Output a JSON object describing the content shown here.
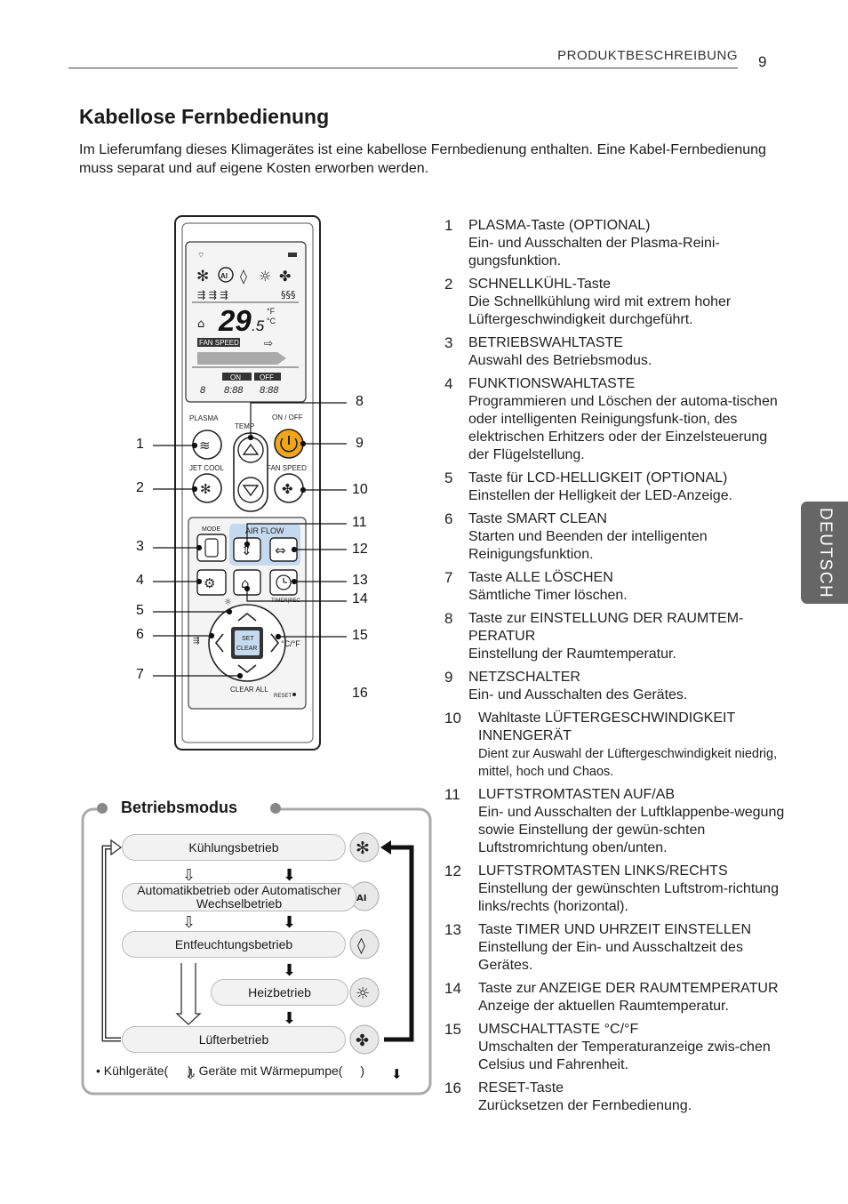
{
  "header": {
    "section": "PRODUKTBESCHREIBUNG",
    "page_number": "9"
  },
  "title": "Kabellose Fernbedienung",
  "intro": "Im Lieferumfang dieses Klimagerätes ist eine kabellose Fernbedienung enthalten. Eine Kabel-Fernbedienung muss separat und auf eigene Kosten erworben werden.",
  "side_tab": "DEUTSCH",
  "remote": {
    "display": {
      "temp": "29",
      "decimal": ".5",
      "unit_f": "°F",
      "unit_c": "°C",
      "fan_speed": "FAN SPEED",
      "on": "ON",
      "off": "OFF",
      "timer": "8:88"
    },
    "labels": {
      "plasma": "PLASMA",
      "temp": "TEMP",
      "on_off": "ON / OFF",
      "jet_cool": "JET COOL",
      "fan_speed": "FAN SPEED",
      "mode": "MODE",
      "air_flow": "AIR FLOW",
      "timer_rec": "TIMER|REC",
      "set_clear": "SET CLEAR",
      "clear_all": "CLEAR ALL",
      "reset": "RESET"
    },
    "callouts": [
      "1",
      "2",
      "3",
      "4",
      "5",
      "6",
      "7",
      "8",
      "9",
      "10",
      "11",
      "12",
      "13",
      "14",
      "15",
      "16"
    ]
  },
  "items": [
    {
      "num": "1",
      "title": "PLASMA-Taste (OPTIONAL)",
      "desc": "Ein- und Ausschalten der Plasma-Reini-gungsfunktion."
    },
    {
      "num": "2",
      "title": "SCHNELLKÜHL-Taste",
      "desc": "Die Schnellkühlung wird mit extrem hoher Lüftergeschwindigkeit durchgeführt."
    },
    {
      "num": "3",
      "title": "BETRIEBSWAHLTASTE",
      "desc": "Auswahl des Betriebsmodus."
    },
    {
      "num": "4",
      "title": "FUNKTIONSWAHLTASTE",
      "desc": "Programmieren und Löschen der automa-tischen oder intelligenten Reinigungsfunk-tion, des elektrischen Erhitzers oder der Einzelsteuerung der Flügelstellung."
    },
    {
      "num": "5",
      "title": "Taste für LCD-HELLIGKEIT (OPTIONAL)",
      "desc": "Einstellen der Helligkeit der LED-Anzeige."
    },
    {
      "num": "6",
      "title": "Taste SMART CLEAN",
      "desc": "Starten und Beenden der intelligenten Reinigungsfunktion."
    },
    {
      "num": "7",
      "title": "Taste ALLE LÖSCHEN",
      "desc": "Sämtliche Timer löschen."
    },
    {
      "num": "8",
      "title": "Taste zur EINSTELLUNG DER RAUMTEM-PERATUR",
      "desc": "Einstellung der Raumtemperatur."
    },
    {
      "num": "9",
      "title": "NETZSCHALTER",
      "desc": "Ein- und Ausschalten des Gerätes."
    },
    {
      "num": "10",
      "title": "Wahltaste LÜFTERGESCHWINDIGKEIT INNENGERÄT",
      "desc": "Dient zur Auswahl der Lüftergeschwindigkeit niedrig, mittel, hoch und Chaos."
    },
    {
      "num": "11",
      "title": "LUFTSTROMTASTEN AUF/AB",
      "desc": "Ein- und Ausschalten der Luftklappenbe-wegung sowie Einstellung der gewün-schten Luftstromrichtung oben/unten."
    },
    {
      "num": "12",
      "title": "LUFTSTROMTASTEN LINKS/RECHTS",
      "desc": "Einstellung der gewünschten Luftstrom-richtung links/rechts (horizontal)."
    },
    {
      "num": "13",
      "title": "Taste TIMER UND UHRZEIT EINSTELLEN",
      "desc": "Einstellung der Ein- und Ausschaltzeit des Gerätes."
    },
    {
      "num": "14",
      "title": "Taste zur ANZEIGE DER RAUMTEMPERATUR",
      "desc": "Anzeige der aktuellen Raumtemperatur."
    },
    {
      "num": "15",
      "title": "UMSCHALTTASTE °C/°F",
      "desc": "Umschalten der Temperaturanzeige zwis-chen Celsius und Fahrenheit."
    },
    {
      "num": "16",
      "title": "RESET-Taste",
      "desc": "Zurücksetzen der Fernbedienung."
    }
  ],
  "modes": {
    "title": "Betriebsmodus",
    "list": [
      "Kühlungsbetrieb",
      "Automatikbetrieb oder Automatischer Wechselbetrieb",
      "Entfeuchtungsbetrieb",
      "Heizbetrieb",
      "Lüfterbetrieb"
    ],
    "note_a": "• Kühlgeräte(",
    "note_b": "), Geräte mit Wärmepumpe(",
    "note_c": " )"
  }
}
